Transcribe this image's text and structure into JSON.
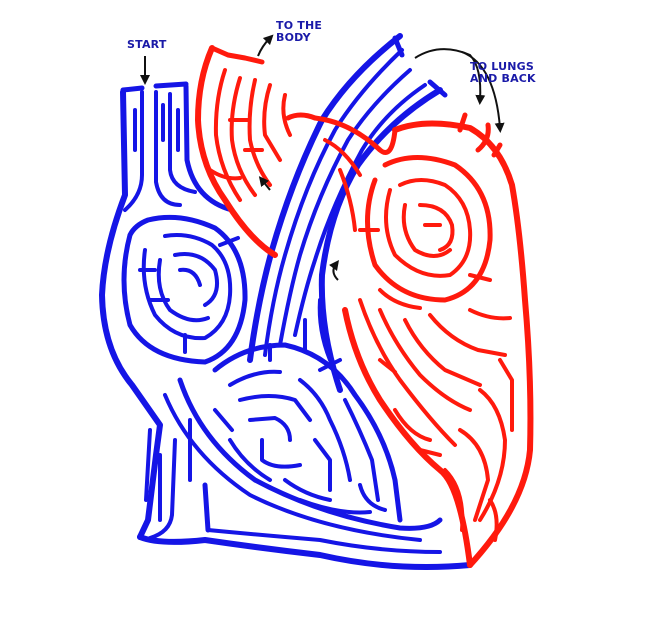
{
  "labels": {
    "start": "START",
    "to_body": "TO THE\nBODY",
    "to_lungs": "TO LUNGS\nAND BACK"
  },
  "colors": {
    "deoxygenated": "#1515e6",
    "oxygenated": "#ff1a0d",
    "label_text": "#1a1aa8",
    "arrow": "#111111",
    "background": "#ffffff"
  },
  "icons": [
    "start-arrow-icon",
    "to-body-arrow-icon",
    "to-lungs-arrow-icon",
    "return-arrow-icon",
    "flow-arrow-icon"
  ]
}
